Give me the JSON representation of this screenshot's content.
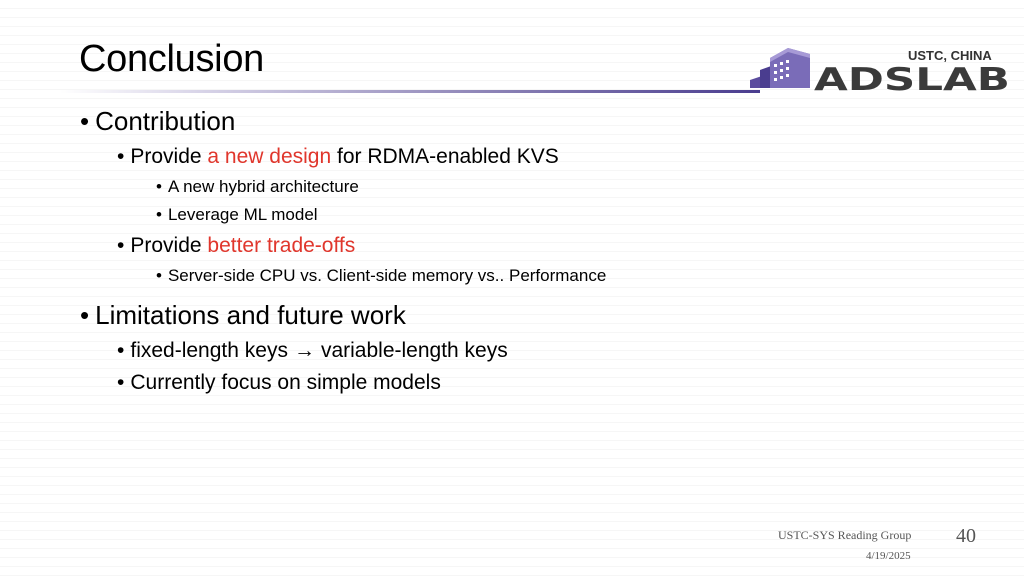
{
  "slide": {
    "title": "Conclusion",
    "logo": {
      "top_text": "USTC, CHINA",
      "main_text": "ADSLAB"
    },
    "bullets": {
      "contribution": {
        "label": "Contribution",
        "item1": {
          "prefix": "Provide ",
          "highlight": "a new design",
          "suffix": " for RDMA-enabled KVS"
        },
        "item1_sub1": "A new hybrid architecture",
        "item1_sub2": "Leverage ML model",
        "item2": {
          "prefix": "Provide ",
          "highlight": "better trade-offs"
        },
        "item2_sub1": "Server-side CPU vs. Client-side memory vs.. Performance"
      },
      "limitations": {
        "label": "Limitations and future work",
        "item1": {
          "left": "fixed-length keys",
          "right": "variable-length keys"
        },
        "item2": "Currently focus on simple models"
      }
    },
    "footer": {
      "group": "USTC-SYS Reading Group",
      "date": "4/19/2025",
      "page": "40"
    },
    "colors": {
      "highlight": "#e0362c",
      "accent": "#4a3d8f"
    }
  }
}
